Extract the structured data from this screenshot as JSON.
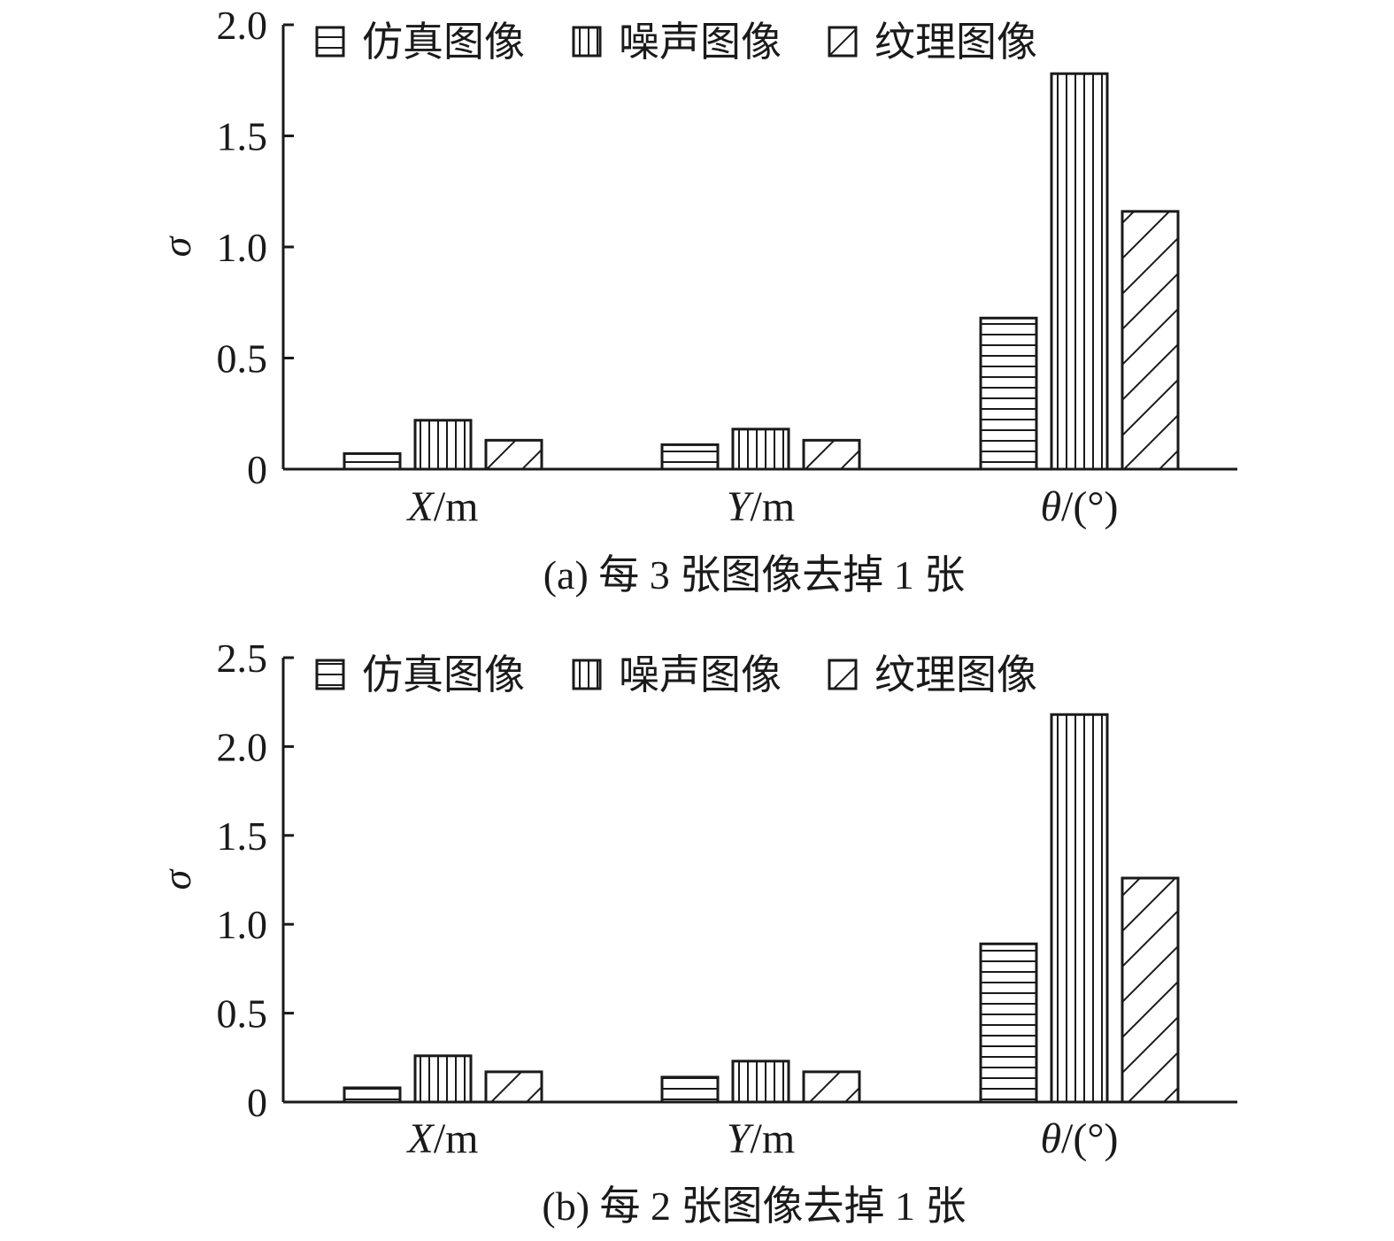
{
  "colors": {
    "ink": "#1a1a1a",
    "background": "#ffffff"
  },
  "chart_data": [
    {
      "type": "bar",
      "caption": "(a) 每 3 张图像去掉 1 张",
      "ylabel": "σ",
      "xlabel": "",
      "categories": [
        {
          "italic": "X",
          "rest": "/m"
        },
        {
          "italic": "Y",
          "rest": "/m"
        },
        {
          "italic": "θ",
          "rest": "/(°)"
        }
      ],
      "ylim": [
        0,
        2.0
      ],
      "yticks": [
        "0",
        "0.5",
        "1.0",
        "1.5",
        "2.0"
      ],
      "legend_position": "top-left",
      "series": [
        {
          "name": "仿真图像",
          "pattern": "horizontal",
          "values": [
            0.07,
            0.11,
            0.68
          ]
        },
        {
          "name": "噪声图像",
          "pattern": "vertical",
          "values": [
            0.22,
            0.18,
            1.78
          ]
        },
        {
          "name": "纹理图像",
          "pattern": "diagonal",
          "values": [
            0.13,
            0.13,
            1.16
          ]
        }
      ]
    },
    {
      "type": "bar",
      "caption": "(b) 每 2 张图像去掉 1 张",
      "ylabel": "σ",
      "xlabel": "",
      "categories": [
        {
          "italic": "X",
          "rest": "/m"
        },
        {
          "italic": "Y",
          "rest": "/m"
        },
        {
          "italic": "θ",
          "rest": "/(°)"
        }
      ],
      "ylim": [
        0,
        2.5
      ],
      "yticks": [
        "0",
        "0.5",
        "1.0",
        "1.5",
        "2.0",
        "2.5"
      ],
      "legend_position": "top-left",
      "series": [
        {
          "name": "仿真图像",
          "pattern": "horizontal",
          "values": [
            0.08,
            0.14,
            0.89
          ]
        },
        {
          "name": "噪声图像",
          "pattern": "vertical",
          "values": [
            0.26,
            0.23,
            2.18
          ]
        },
        {
          "name": "纹理图像",
          "pattern": "diagonal",
          "values": [
            0.17,
            0.17,
            1.26
          ]
        }
      ]
    }
  ]
}
